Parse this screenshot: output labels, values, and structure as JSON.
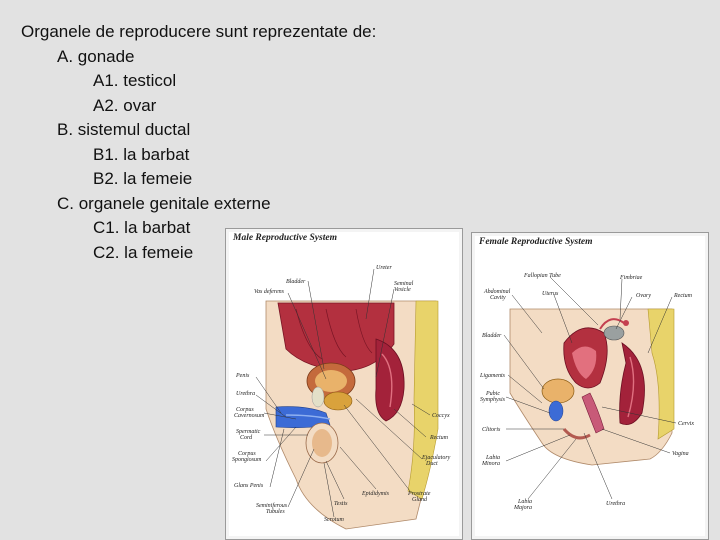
{
  "outline": {
    "heading": "Organele de reproducere sunt reprezentate de:",
    "a": "A. gonade",
    "a1": "A1. testicol",
    "a2": "A2. ovar",
    "b": "B. sistemul ductal",
    "b1": "B1. la barbat",
    "b2": "B2. la femeie",
    "c": "C. organele genitale externe",
    "c1": "C1. la barbat",
    "c2": "C2. la femeie"
  },
  "male": {
    "title": "Male Reproductive System",
    "labels": {
      "ureter": "Ureter",
      "bladder": "Bladder",
      "seminal_vesicle_1": "Seminal",
      "seminal_vesicle_2": "Vesicle",
      "vas_deferens": "Vas deferens",
      "penis": "Penis",
      "urethra": "Urethra",
      "corpus_cav_1": "Corpus",
      "corpus_cav_2": "Cavernosum",
      "spermatic_1": "Spermatic",
      "spermatic_2": "Cord",
      "corpus_spong_1": "Corpus",
      "corpus_spong_2": "Spongiosum",
      "glans_penis": "Glans Penis",
      "seminiferous_1": "Seminiferous",
      "seminiferous_2": "Tubules",
      "testis": "Testis",
      "scrotum": "Scrotum",
      "epididymis": "Epididymis",
      "prostate_1": "Prostrate",
      "prostate_2": "Gland",
      "ejaculatory_1": "Ejaculatory",
      "ejaculatory_2": "Duct",
      "rectum": "Rectum",
      "coccyx": "Coccyx"
    }
  },
  "female": {
    "title": "Female Reproductive System",
    "labels": {
      "fallopian_tube": "Fallopian Tube",
      "fimbriae": "Fimbriae",
      "abdominal_1": "Abdominal",
      "abdominal_2": "Cavity",
      "uterus": "Uterus",
      "ovary": "Ovary",
      "rectum": "Rectum",
      "bladder": "Bladder",
      "ligaments": "Ligaments",
      "pubic_1": "Pubic",
      "pubic_2": "Symphysis",
      "clitoris": "Clitoris",
      "labia_minora_1": "Labia",
      "labia_minora_2": "Minora",
      "cervix": "Cervix",
      "vagina": "Vagina",
      "labia_majora_1": "Labia",
      "labia_majora_2": "Majora",
      "urethra": "Urethra"
    }
  },
  "colors": {
    "background": "#e2e2e2",
    "muscle": "#9e1b32",
    "tissue": "#e8c9a8",
    "fat": "#e8d36a",
    "blue": "#3c6bd6"
  }
}
